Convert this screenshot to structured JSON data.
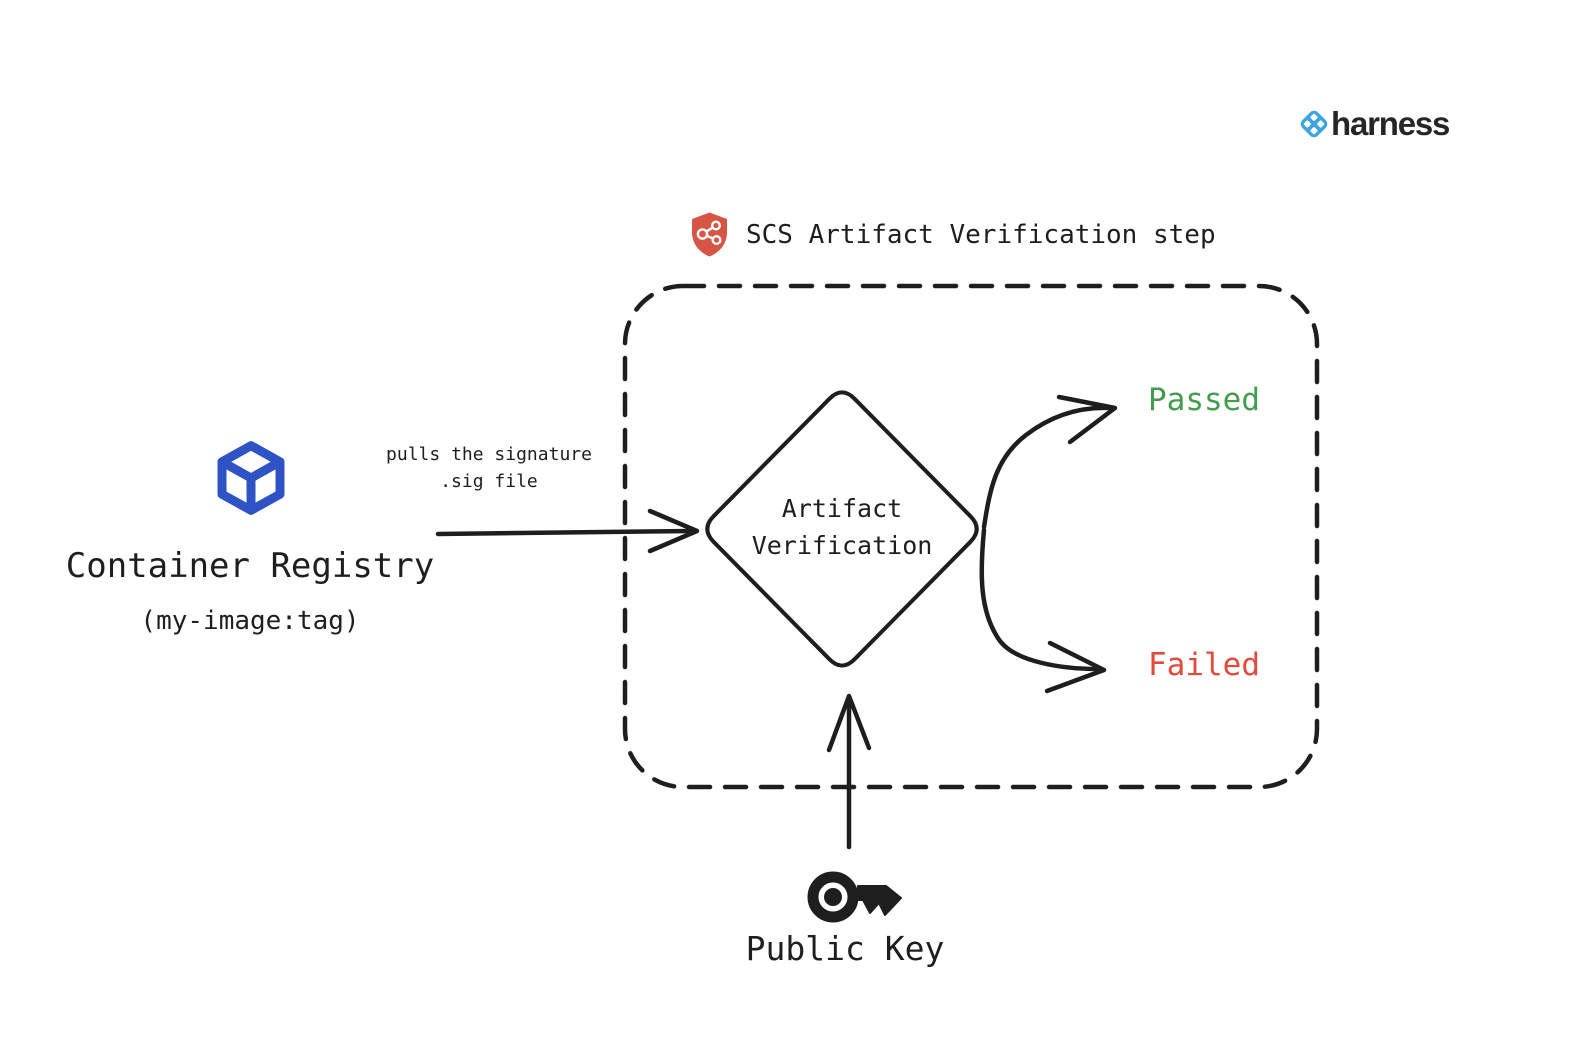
{
  "colors": {
    "ink": "#1e1e1e",
    "passed_green": "#449c4e",
    "failed_red": "#e24a3c",
    "registry_blue": "#2f52c4",
    "harness_blue": "#3da6de",
    "shield_red": "#d65544"
  },
  "brand": {
    "wordmark": "harness",
    "icon": "harness-logo-icon"
  },
  "step_header": {
    "icon": "scs-shield-icon",
    "title": "SCS Artifact Verification step"
  },
  "registry": {
    "icon": "container-cube-icon",
    "title": "Container Registry",
    "subtitle": "(my-image:tag)"
  },
  "pull_arrow": {
    "label_line1": "pulls the signature",
    "label_line2": ".sig file"
  },
  "decision": {
    "label_line1": "Artifact",
    "label_line2": "Verification"
  },
  "outcomes": {
    "passed": "Passed",
    "failed": "Failed"
  },
  "public_key": {
    "icon": "key-icon",
    "label": "Public Key"
  }
}
